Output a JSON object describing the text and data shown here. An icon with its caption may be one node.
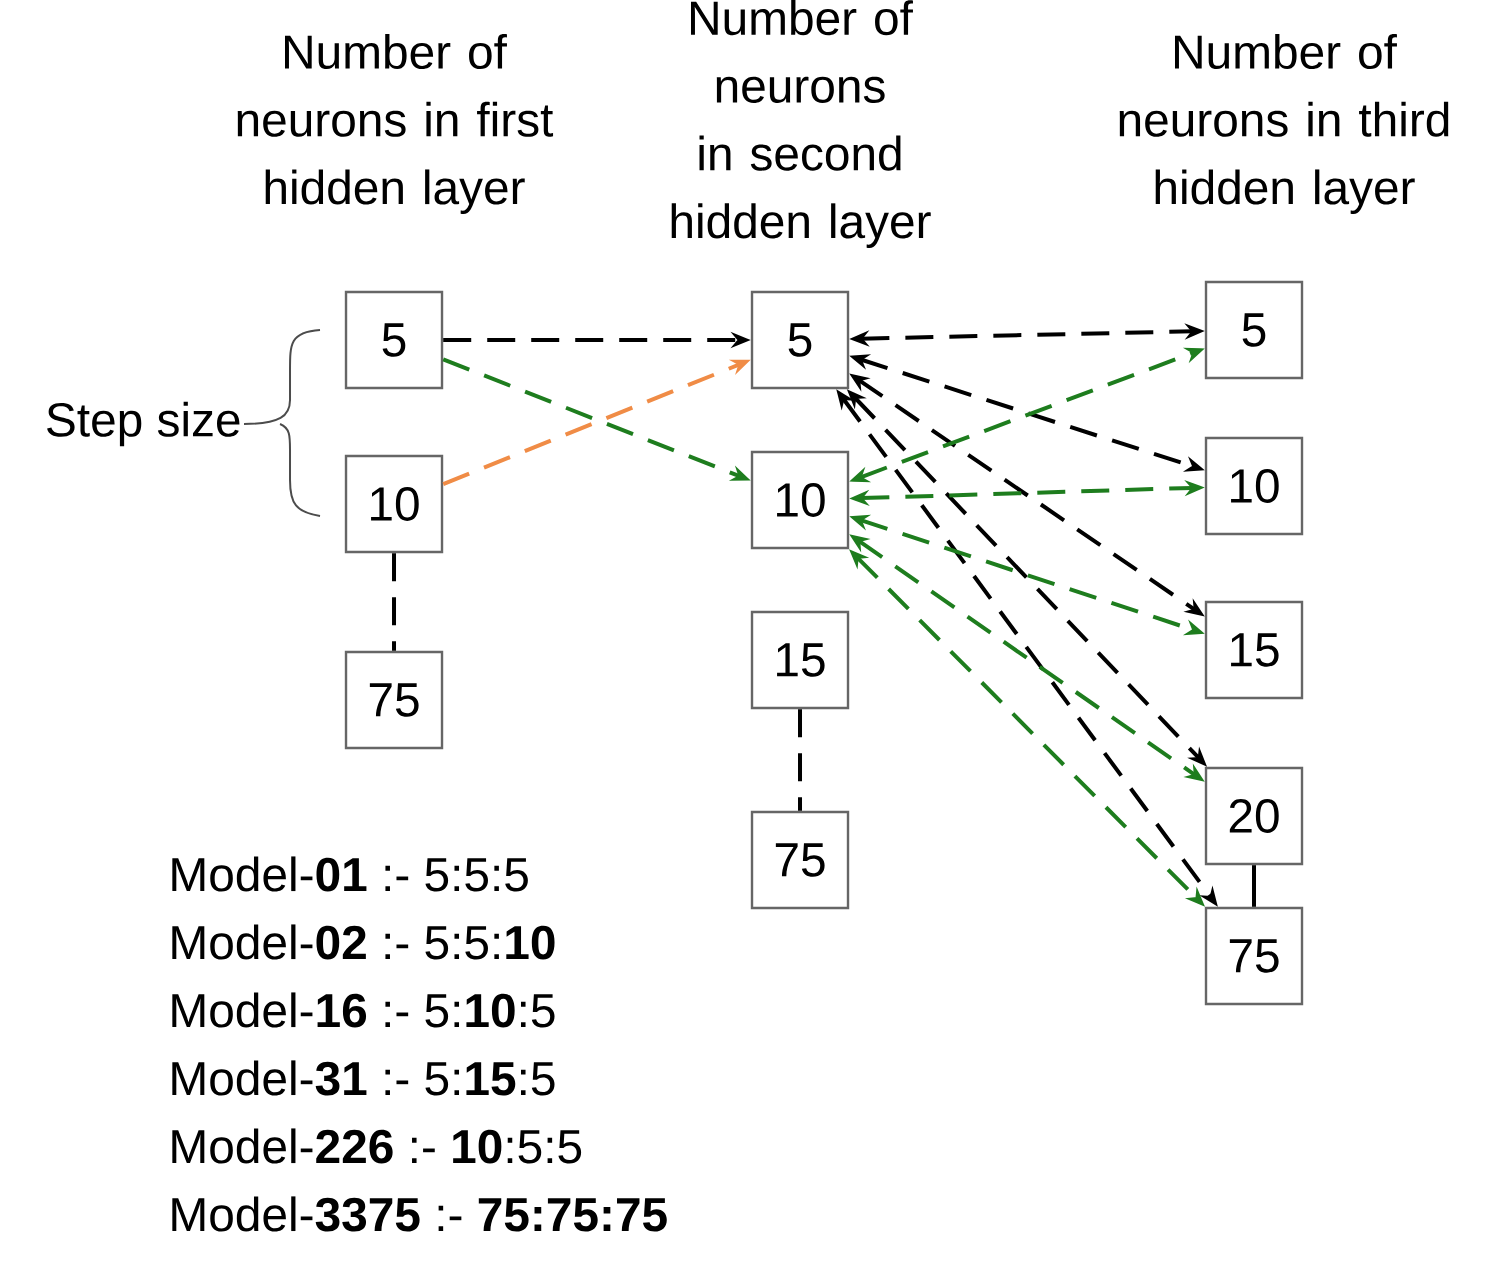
{
  "diagram": {
    "nodes": [
      {
        "text": [
          "5"
        ]
      },
      {
        "text": [
          "10"
        ]
      },
      {
        "text": [
          "75"
        ]
      },
      {
        "text": [
          "5"
        ]
      },
      {
        "text": [
          "10"
        ]
      },
      {
        "text": [
          "15"
        ]
      },
      {
        "text": [
          "75"
        ]
      },
      {
        "text": [
          "5"
        ]
      },
      {
        "text": [
          "10"
        ]
      },
      {
        "text": [
          "15"
        ]
      },
      {
        "text": [
          "20"
        ]
      },
      {
        "text": [
          "75"
        ]
      }
    ],
    "edges": [
      {
        "from": 0,
        "to": 3,
        "arrow": "to",
        "style": "dashed"
      },
      {
        "from": 0,
        "to": 4,
        "arrow": "to",
        "style": "dashed",
        "color": "#1e7d1e"
      },
      {
        "from": 1,
        "to": 3,
        "arrow": "to",
        "style": "dashed",
        "color": "#f08c46"
      },
      {
        "from": 1,
        "to": 2,
        "arrow": "none",
        "style": "dashed"
      },
      {
        "from": 3,
        "to": 7,
        "arrow": "both",
        "style": "dashed"
      },
      {
        "from": 3,
        "to": 8,
        "arrow": "both",
        "style": "dashed"
      },
      {
        "from": 3,
        "to": 9,
        "arrow": "both",
        "style": "dashed"
      },
      {
        "from": 3,
        "to": 10,
        "arrow": "both",
        "style": "dashed"
      },
      {
        "from": 3,
        "to": 11,
        "arrow": "both",
        "style": "dashed"
      },
      {
        "from": 4,
        "to": 7,
        "arrow": "both",
        "style": "dashed",
        "color": "#1e7d1e"
      },
      {
        "from": 4,
        "to": 8,
        "arrow": "both",
        "style": "dashed",
        "color": "#1e7d1e"
      },
      {
        "from": 4,
        "to": 9,
        "arrow": "both",
        "style": "dashed",
        "color": "#1e7d1e"
      },
      {
        "from": 4,
        "to": 10,
        "arrow": "both",
        "style": "dashed",
        "color": "#1e7d1e"
      },
      {
        "from": 4,
        "to": 11,
        "arrow": "both",
        "style": "dashed",
        "color": "#1e7d1e"
      },
      {
        "from": 5,
        "to": 6,
        "arrow": "none",
        "style": "dashed"
      },
      {
        "from": 10,
        "to": 11,
        "arrow": "none"
      }
    ],
    "labels": [
      "Number of neurons in first hidden layer",
      "Number of neurons in second hidden layer",
      "Number of neurons in third hidden layer",
      "Step size",
      "Model-**01** :- 5:5:5",
      "Model-**02** :- 5:5:**10**",
      "Model-**16** :- 5:**10**:5",
      "Model-**31** :- 5:**15**:5",
      "Model-**226** :- **10**:5:5",
      "Model-**3375** :- **75:75:75**"
    ]
  }
}
